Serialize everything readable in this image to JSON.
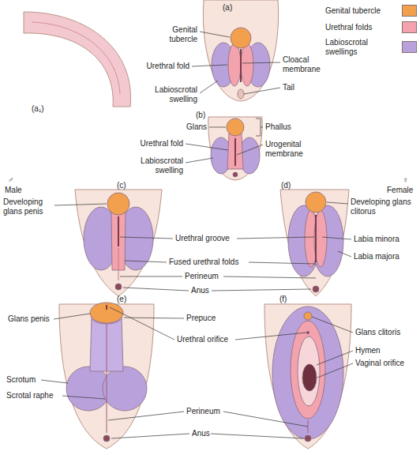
{
  "diagram": {
    "labels": [
      "(a)",
      "Genital tubercle",
      "Urethral fold",
      "Labioscrotal swelling",
      "Cloacal membrane",
      "Tail",
      "(a₁)",
      "(b)",
      "Glans",
      "Phallus",
      "Urethral fold",
      "Urogenital membrane",
      "Labioscrotal swelling",
      "♂",
      "Male",
      "♀",
      "Female",
      "(c)",
      "Developing glans penis",
      "(d)",
      "Developing glans clitorus",
      "Urethral groove",
      "Labia minora",
      "Fused urethral folds",
      "Labia majora",
      "Perineum",
      "Anus",
      "(e)",
      "(f)",
      "Glans penis",
      "Prepuce",
      "Urethral orifice",
      "Glans clitoris",
      "Hymen",
      "Vaginal orifice",
      "Scrotum",
      "Scrotal raphe",
      "Perineum",
      "Anus"
    ],
    "legend": [
      {
        "text": "Genital tubercle",
        "color": "#f2a04e"
      },
      {
        "text": "Urethral folds",
        "color": "#f2a3ad"
      },
      {
        "text": "Labioscrotal swellings",
        "color": "#b9a2dc"
      }
    ]
  }
}
